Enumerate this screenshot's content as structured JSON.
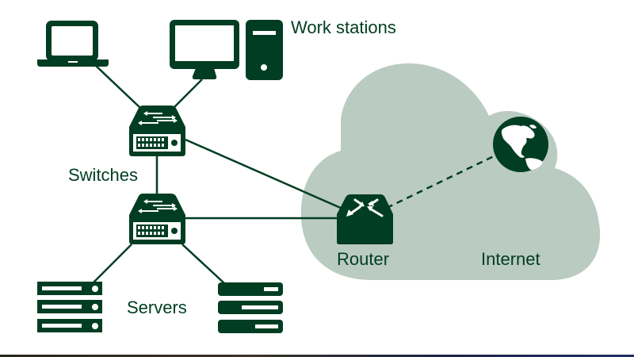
{
  "colors": {
    "primary": "#003d22",
    "cloud": "#bacbc2",
    "background": "#ffffff",
    "icon_detail": "#ffffff"
  },
  "labels": {
    "workstations": "Work stations",
    "switches": "Switches",
    "servers": "Servers",
    "router": "Router",
    "internet": "Internet"
  },
  "nodes": [
    {
      "id": "laptop",
      "type": "laptop-icon",
      "group": "workstations"
    },
    {
      "id": "monitor",
      "type": "monitor-icon",
      "group": "workstations"
    },
    {
      "id": "tower",
      "type": "desktop-tower-icon",
      "group": "workstations"
    },
    {
      "id": "switch-top",
      "type": "network-switch-icon",
      "group": "switches"
    },
    {
      "id": "switch-bottom",
      "type": "network-switch-icon",
      "group": "switches"
    },
    {
      "id": "server-left",
      "type": "server-rack-icon",
      "group": "servers"
    },
    {
      "id": "server-right",
      "type": "server-rack-icon",
      "group": "servers"
    },
    {
      "id": "router",
      "type": "router-icon",
      "group": "router"
    },
    {
      "id": "globe",
      "type": "globe-icon",
      "group": "internet"
    }
  ],
  "edges": [
    {
      "from": "laptop",
      "to": "switch-top",
      "style": "solid"
    },
    {
      "from": "monitor",
      "to": "switch-top",
      "style": "solid"
    },
    {
      "from": "switch-top",
      "to": "switch-bottom",
      "style": "solid"
    },
    {
      "from": "switch-top",
      "to": "router",
      "style": "solid"
    },
    {
      "from": "switch-bottom",
      "to": "router",
      "style": "solid"
    },
    {
      "from": "switch-bottom",
      "to": "server-left",
      "style": "solid"
    },
    {
      "from": "switch-bottom",
      "to": "server-right",
      "style": "solid"
    },
    {
      "from": "router",
      "to": "globe",
      "style": "dashed"
    }
  ]
}
